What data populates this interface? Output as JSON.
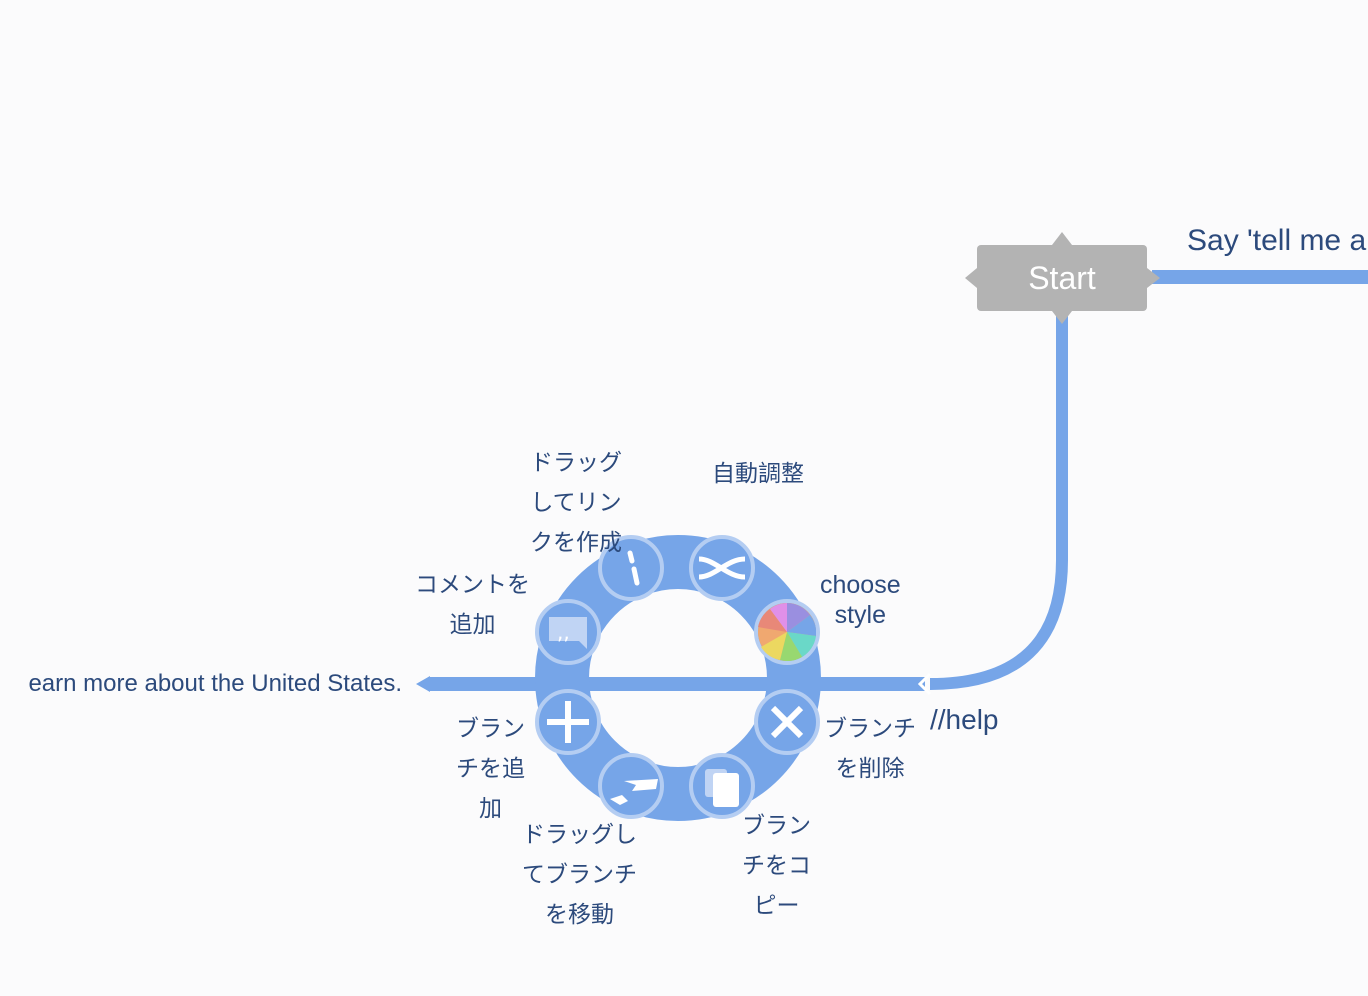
{
  "start_node": {
    "label": "Start"
  },
  "edges": {
    "right_label": "Say 'tell me a",
    "left_label": "earn more about the United States.",
    "help_label": "//help"
  },
  "radial_menu": {
    "link": "ドラッグ\nしてリン\nクを作成",
    "auto_layout": "自動調整",
    "style": "choose\nstyle",
    "delete": "ブランチ\nを削除",
    "copy": "ブラン\nチをコ\nピー",
    "move": "ドラッグし\nてブランチ\nを移動",
    "add": "ブラン\nチを追\n加",
    "comment": "コメントを\n追加"
  },
  "colors": {
    "accent": "#76a5e8",
    "node": "#b3b3b3",
    "text": "#2c4a7c"
  }
}
